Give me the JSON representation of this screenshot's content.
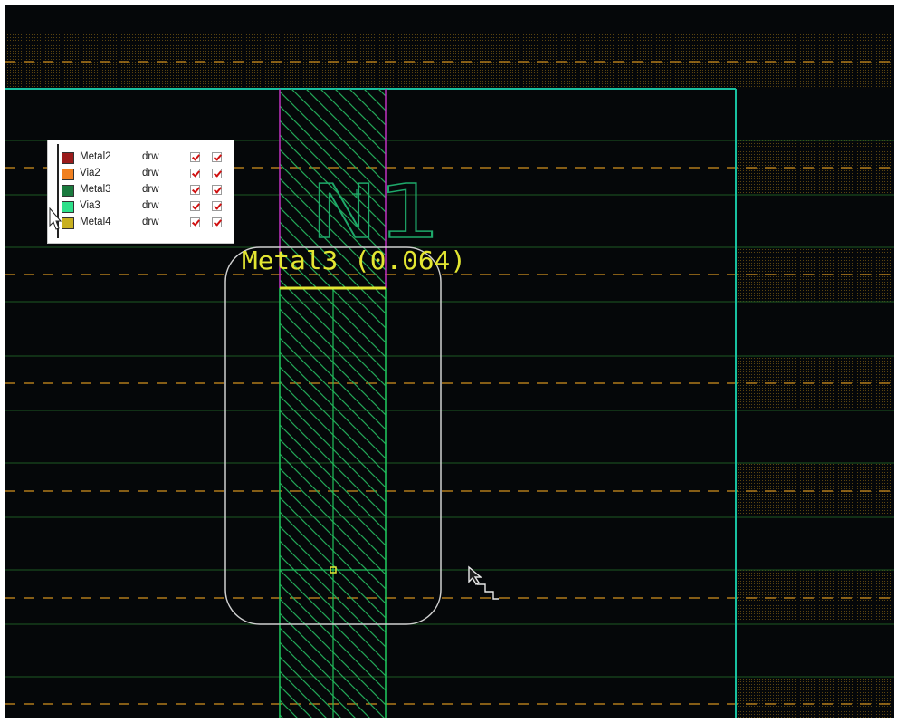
{
  "colors": {
    "canvas_bg": "#050709",
    "metal3": "#1ec05a",
    "metal3_hatch": "#23a858",
    "boundary": "#18c0a0",
    "magenta": "#c030c0",
    "track_dash": "#b07a1a",
    "track_line": "#1d5a22",
    "label_yellow": "#e3e632",
    "outline_white": "#d0d0d0"
  },
  "layer_palette": {
    "layers": [
      {
        "name": "Metal2",
        "purpose": "drw",
        "swatch": "#9b1b1b",
        "icon": "crosshatch-swatch-icon",
        "visible": true,
        "selectable": true
      },
      {
        "name": "Via2",
        "purpose": "drw",
        "swatch": "#f08020",
        "icon": "solid-swatch-icon",
        "visible": true,
        "selectable": true
      },
      {
        "name": "Metal3",
        "purpose": "drw",
        "swatch": "#1a7a3e",
        "icon": "hatch-swatch-icon",
        "visible": true,
        "selectable": true
      },
      {
        "name": "Via3",
        "purpose": "drw",
        "swatch": "#2ee08a",
        "icon": "solid-swatch-icon",
        "visible": true,
        "selectable": true
      },
      {
        "name": "Metal4",
        "purpose": "drw",
        "swatch": "#c8b020",
        "icon": "hatch-swatch-icon",
        "visible": true,
        "selectable": true
      }
    ]
  },
  "layout": {
    "pin_label": "N1",
    "selection_label": "Metal3 (0.064)",
    "cursor_icon": "stretch-cursor-icon"
  }
}
